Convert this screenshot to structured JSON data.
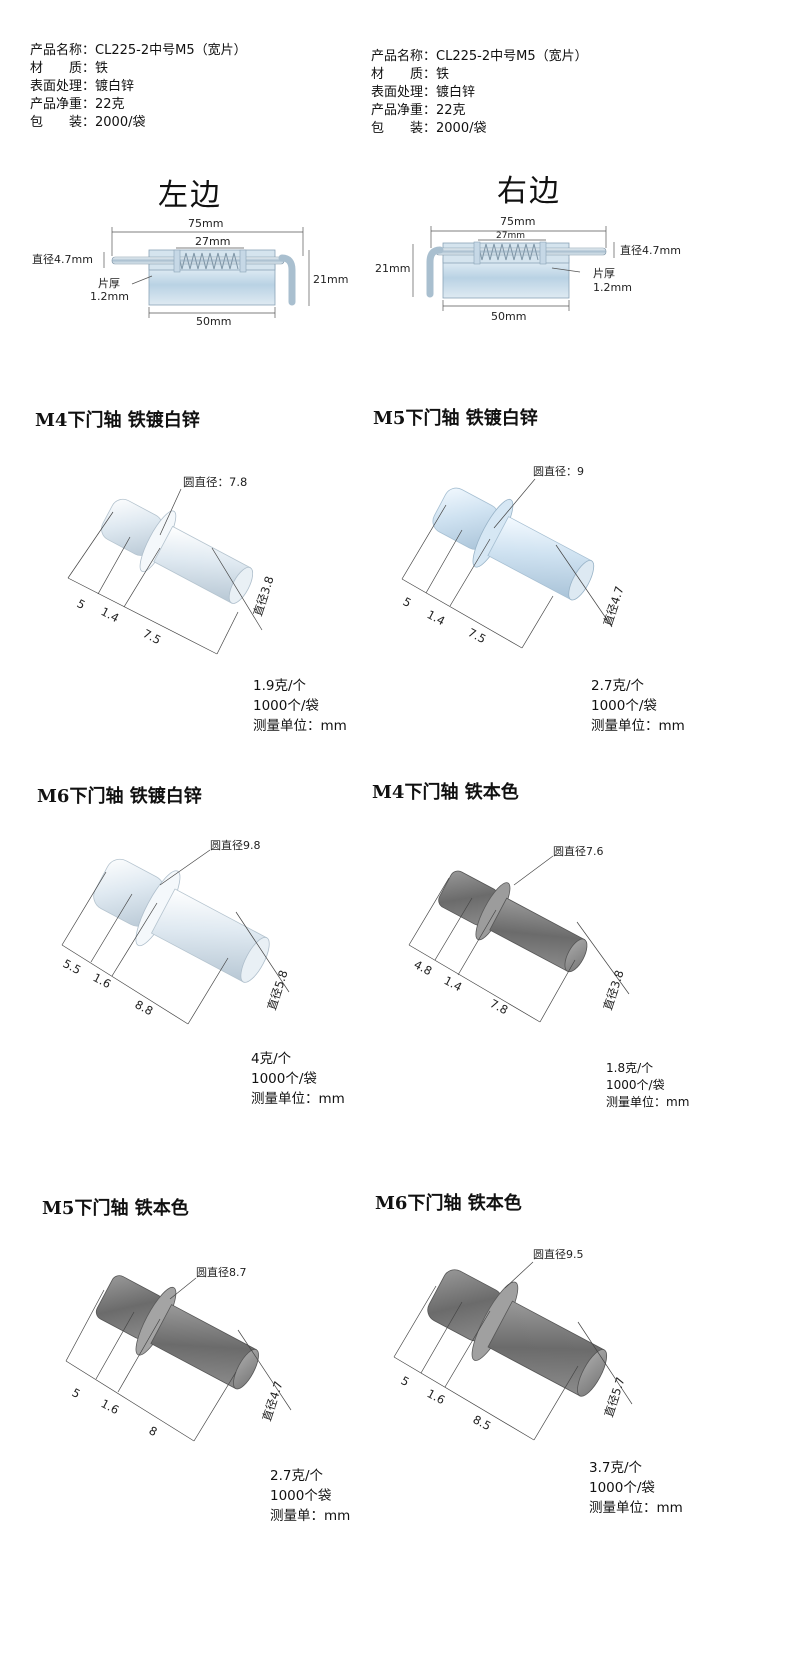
{
  "spec_left": [
    {
      "label": "产品名称：",
      "value": "CL225-2中号M5（宽片）"
    },
    {
      "label": "材　　质：",
      "value": "铁"
    },
    {
      "label": "表面处理：",
      "value": "镀白锌"
    },
    {
      "label": "产品净重：",
      "value": "22克"
    },
    {
      "label": "包　　装：",
      "value": "2000/袋"
    }
  ],
  "spec_right": [
    {
      "label": "产品名称：",
      "value": "CL225-2中号M5（宽片）"
    },
    {
      "label": "材　　质：",
      "value": "铁"
    },
    {
      "label": "表面处理：",
      "value": "镀白锌"
    },
    {
      "label": "产品净重：",
      "value": "22克"
    },
    {
      "label": "包　　装：",
      "value": "2000/袋"
    }
  ],
  "latch_left": {
    "title": "左边",
    "overall": "75mm",
    "spring": "27mm",
    "plate": "50mm",
    "dia": "直径4.7mm",
    "height": "21mm",
    "thick1": "片厚",
    "thick2": "1.2mm"
  },
  "latch_right": {
    "title": "右边",
    "overall": "75mm",
    "spring": "27mm",
    "plate": "50mm",
    "dia": "直径4.7mm",
    "height": "21mm",
    "thick1": "片厚",
    "thick2": "1.2mm"
  },
  "products": [
    {
      "title": "M4下门轴 铁镀白锌",
      "circle": "圆直径：7.8",
      "d1": "5",
      "d2": "1.4",
      "d3": "7.5",
      "dia": "直径3.8",
      "weight": "1.9克/个",
      "pack": "1000个/袋",
      "unit": "测量单位：mm",
      "finish": "zinc"
    },
    {
      "title": "M5下门轴 铁镀白锌",
      "circle": "圆直径：9",
      "d1": "5",
      "d2": "1.4",
      "d3": "7.5",
      "dia": "直径4.7",
      "weight": "2.7克/个",
      "pack": "1000个/袋",
      "unit": "测量单位：mm",
      "finish": "zinc-blue"
    },
    {
      "title": "M6下门轴 铁镀白锌",
      "circle": "圆直径9.8",
      "d1": "5.5",
      "d2": "1.6",
      "d3": "8.8",
      "dia": "直径5.8",
      "weight": "4克/个",
      "pack": "1000个/袋",
      "unit": "测量单位：mm",
      "finish": "zinc"
    },
    {
      "title": "M4下门轴 铁本色",
      "circle": "圆直径7.6",
      "d1": "4.8",
      "d2": "1.4",
      "d3": "7.8",
      "dia": "直径3.8",
      "weight": "1.8克/个",
      "pack": "1000个/袋",
      "unit": "测量单位：mm",
      "finish": "iron"
    },
    {
      "title": "M5下门轴 铁本色",
      "circle": "圆直径8.7",
      "d1": "5",
      "d2": "1.6",
      "d3": "8",
      "dia": "直径4.7",
      "weight": "2.7克/个",
      "pack": "1000个袋",
      "unit": "测量单：mm",
      "finish": "iron"
    },
    {
      "title": "M6下门轴 铁本色",
      "circle": "圆直径9.5",
      "d1": "5",
      "d2": "1.6",
      "d3": "8.5",
      "dia": "直径5.7",
      "weight": "3.7克/个",
      "pack": "1000个/袋",
      "unit": "测量单位：mm",
      "finish": "iron"
    }
  ]
}
